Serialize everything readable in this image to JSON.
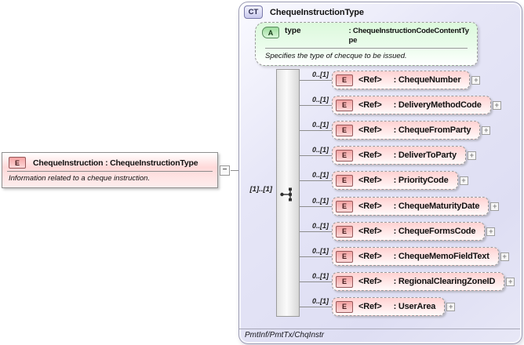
{
  "source_element": {
    "badge": "E",
    "title": "ChequeInstruction : ChequeInstructionType",
    "annotation": "Information related to a cheque instruction."
  },
  "complex_type": {
    "badge": "CT",
    "title": "ChequeInstructionType",
    "attribute": {
      "badge": "A",
      "name": "type",
      "type": ": ChequeInstructionCodeContentType",
      "annotation": "Specifies the type of checque to be issued."
    },
    "sequence": {
      "cardinality": "[1]..[1]"
    },
    "elements": [
      {
        "badge": "E",
        "ref": "<Ref>",
        "name": ": ChequeNumber",
        "cardinality": "0..[1]"
      },
      {
        "badge": "E",
        "ref": "<Ref>",
        "name": ": DeliveryMethodCode",
        "cardinality": "0..[1]"
      },
      {
        "badge": "E",
        "ref": "<Ref>",
        "name": ": ChequeFromParty",
        "cardinality": "0..[1]"
      },
      {
        "badge": "E",
        "ref": "<Ref>",
        "name": ": DeliverToParty",
        "cardinality": "0..[1]"
      },
      {
        "badge": "E",
        "ref": "<Ref>",
        "name": ": PriorityCode",
        "cardinality": "0..[1]"
      },
      {
        "badge": "E",
        "ref": "<Ref>",
        "name": ": ChequeMaturityDate",
        "cardinality": "0..[1]"
      },
      {
        "badge": "E",
        "ref": "<Ref>",
        "name": ": ChequeFormsCode",
        "cardinality": "0..[1]"
      },
      {
        "badge": "E",
        "ref": "<Ref>",
        "name": ": ChequeMemoFieldText",
        "cardinality": "0..[1]"
      },
      {
        "badge": "E",
        "ref": "<Ref>",
        "name": ": RegionalClearingZoneID",
        "cardinality": "0..[1]"
      },
      {
        "badge": "E",
        "ref": "<Ref>",
        "name": ": UserArea",
        "cardinality": "0..[1]"
      }
    ],
    "footer_path": "PmtInf/PmtTx/ChqInstr"
  },
  "icons": {
    "expand": "+",
    "collapse": "−"
  },
  "colors": {
    "container_fill": "#e2e2f5",
    "element_fill": "#ffd2d2",
    "attribute_fill": "#dcf9dc",
    "badge_element_border": "#96585a",
    "badge_attribute_border": "#55885a",
    "connector_line": "#8d8d8d"
  }
}
